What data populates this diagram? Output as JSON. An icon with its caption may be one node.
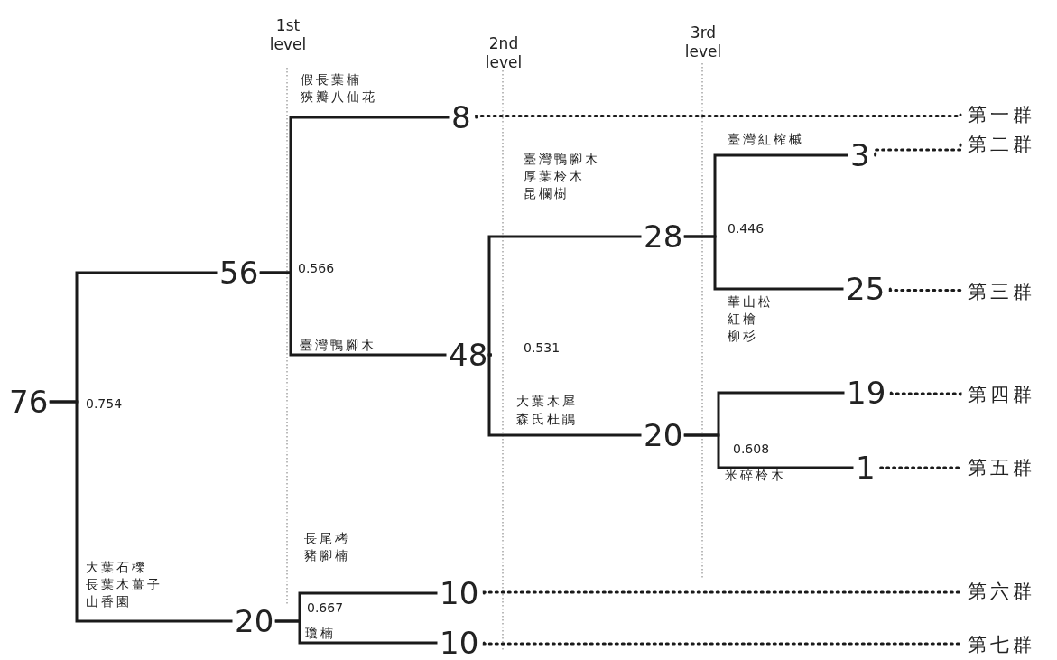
{
  "diagram": {
    "nodes": [
      {
        "text": [
          "76"
        ]
      },
      {
        "text": [
          "56"
        ]
      },
      {
        "text": [
          "8"
        ]
      },
      {
        "text": [
          "第一群"
        ]
      },
      {
        "text": [
          "3"
        ]
      },
      {
        "text": [
          "第二群"
        ]
      },
      {
        "text": [
          "28"
        ]
      },
      {
        "text": [
          "25"
        ]
      },
      {
        "text": [
          "第三群"
        ]
      },
      {
        "text": [
          "48"
        ]
      },
      {
        "text": [
          "19"
        ]
      },
      {
        "text": [
          "第四群"
        ]
      },
      {
        "text": [
          "20"
        ]
      },
      {
        "text": [
          "1"
        ]
      },
      {
        "text": [
          "第五群"
        ]
      },
      {
        "text": [
          "10"
        ]
      },
      {
        "text": [
          "第六群"
        ]
      },
      {
        "text": [
          "20"
        ]
      },
      {
        "text": [
          "10"
        ]
      },
      {
        "text": [
          "第七群"
        ]
      }
    ],
    "edges": [
      {
        "from": 0,
        "to": 1,
        "arrow": "none"
      },
      {
        "from": 0,
        "to": 17,
        "arrow": "none"
      },
      {
        "from": 1,
        "to": 2,
        "arrow": "none"
      },
      {
        "from": 1,
        "to": 9,
        "arrow": "none"
      },
      {
        "from": 9,
        "to": 6,
        "arrow": "none"
      },
      {
        "from": 9,
        "to": 12,
        "arrow": "none"
      },
      {
        "from": 6,
        "to": 4,
        "arrow": "none"
      },
      {
        "from": 6,
        "to": 7,
        "arrow": "none"
      },
      {
        "from": 12,
        "to": 10,
        "arrow": "none"
      },
      {
        "from": 12,
        "to": 13,
        "arrow": "none"
      },
      {
        "from": 17,
        "to": 15,
        "arrow": "none"
      },
      {
        "from": 17,
        "to": 18,
        "arrow": "none"
      },
      {
        "from": 2,
        "to": 3,
        "arrow": "none",
        "style": "dashed"
      },
      {
        "from": 4,
        "to": 5,
        "arrow": "none",
        "style": "dashed"
      },
      {
        "from": 7,
        "to": 8,
        "arrow": "none",
        "style": "dashed"
      },
      {
        "from": 10,
        "to": 11,
        "arrow": "none",
        "style": "dashed"
      },
      {
        "from": 13,
        "to": 14,
        "arrow": "none",
        "style": "dashed"
      },
      {
        "from": 15,
        "to": 16,
        "arrow": "none",
        "style": "dashed"
      },
      {
        "from": 18,
        "to": 19,
        "arrow": "none",
        "style": "dashed"
      }
    ],
    "labels": [
      "1st level",
      "2nd level",
      "3rd level",
      "假長葉楠",
      "狹瓣八仙花",
      "臺灣鴨腳木",
      "厚葉柃木",
      "昆欄樹",
      "臺灣紅榨槭",
      "0.446",
      "0.566",
      "華山松",
      "紅檜",
      "柳杉",
      "臺灣鴨腳木",
      "0.531",
      "0.754",
      "大葉木犀",
      "森氏杜鵑",
      "0.608",
      "米碎柃木",
      "長尾栲",
      "豬腳楠",
      "大葉石櫟",
      "長葉木薑子",
      "山香園",
      "0.667",
      "瓊楠"
    ]
  }
}
